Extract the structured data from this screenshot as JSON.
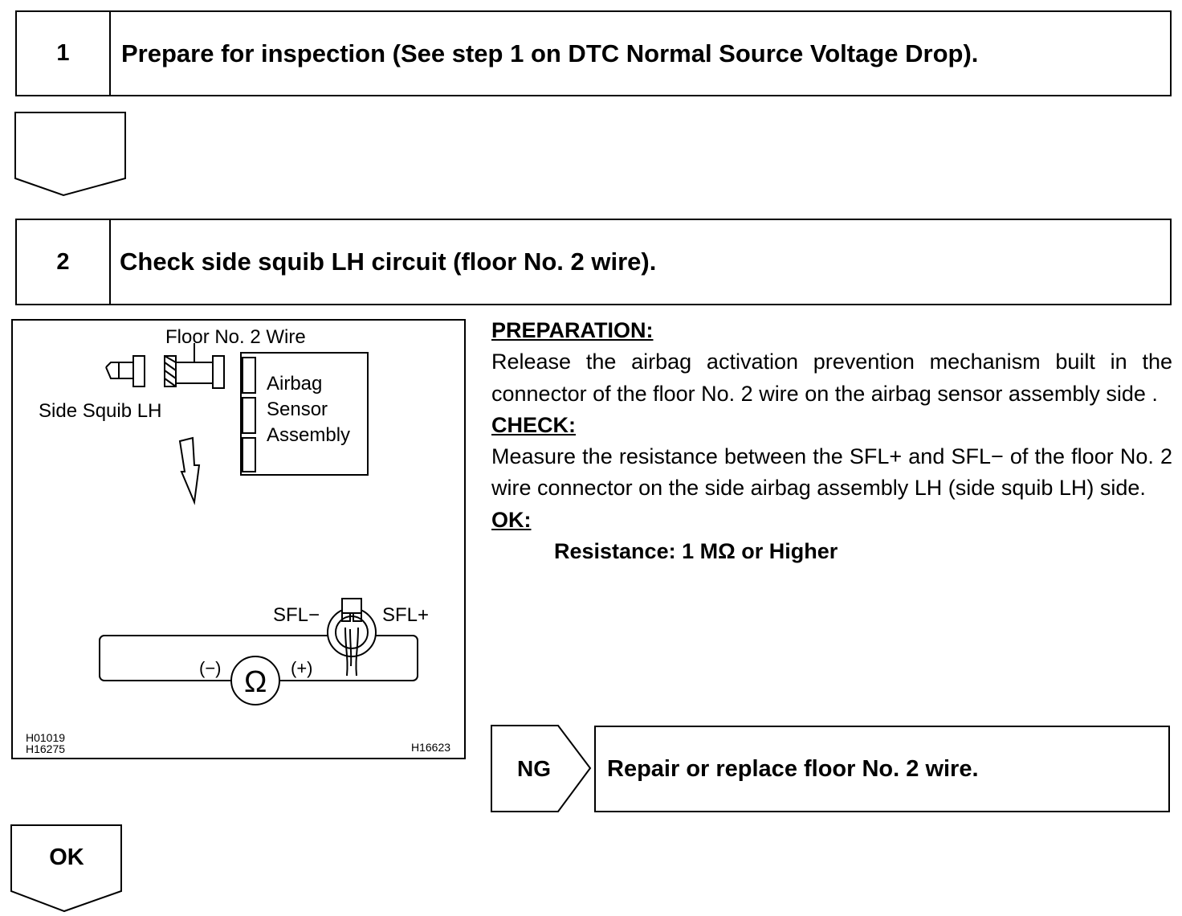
{
  "step1": {
    "number": "1",
    "title": "Prepare for inspection (See step 1 on DTC Normal Source Voltage Drop)."
  },
  "step2": {
    "number": "2",
    "title": "Check side squib LH circuit (floor No. 2 wire)."
  },
  "figure": {
    "label_floor_wire": "Floor No. 2 Wire",
    "label_side_squib": "Side Squib LH",
    "label_airbag_1": "Airbag",
    "label_airbag_2": "Sensor",
    "label_airbag_3": "Assembly",
    "label_sfl_minus": "SFL−",
    "label_sfl_plus": "SFL+",
    "label_minus": "(−)",
    "label_plus": "(+)",
    "ohm_symbol": "Ω",
    "code_left_1": "H01019",
    "code_left_2": "H16275",
    "code_right": "H16623"
  },
  "content": {
    "preparation_heading": "PREPARATION:",
    "preparation_text": "Release the airbag activation prevention mechanism built in the connector of the floor No. 2 wire on the airbag sensor assembly side .",
    "check_heading": "CHECK:",
    "check_text": "Measure the resistance between the SFL+ and SFL− of the floor No. 2 wire connector on the side airbag assembly LH (side squib LH) side.",
    "ok_heading": "OK:",
    "spec_text": "Resistance: 1 MΩ or Higher"
  },
  "ng": {
    "label": "NG",
    "action": "Repair or replace floor No. 2 wire."
  },
  "ok": {
    "label": "OK"
  }
}
